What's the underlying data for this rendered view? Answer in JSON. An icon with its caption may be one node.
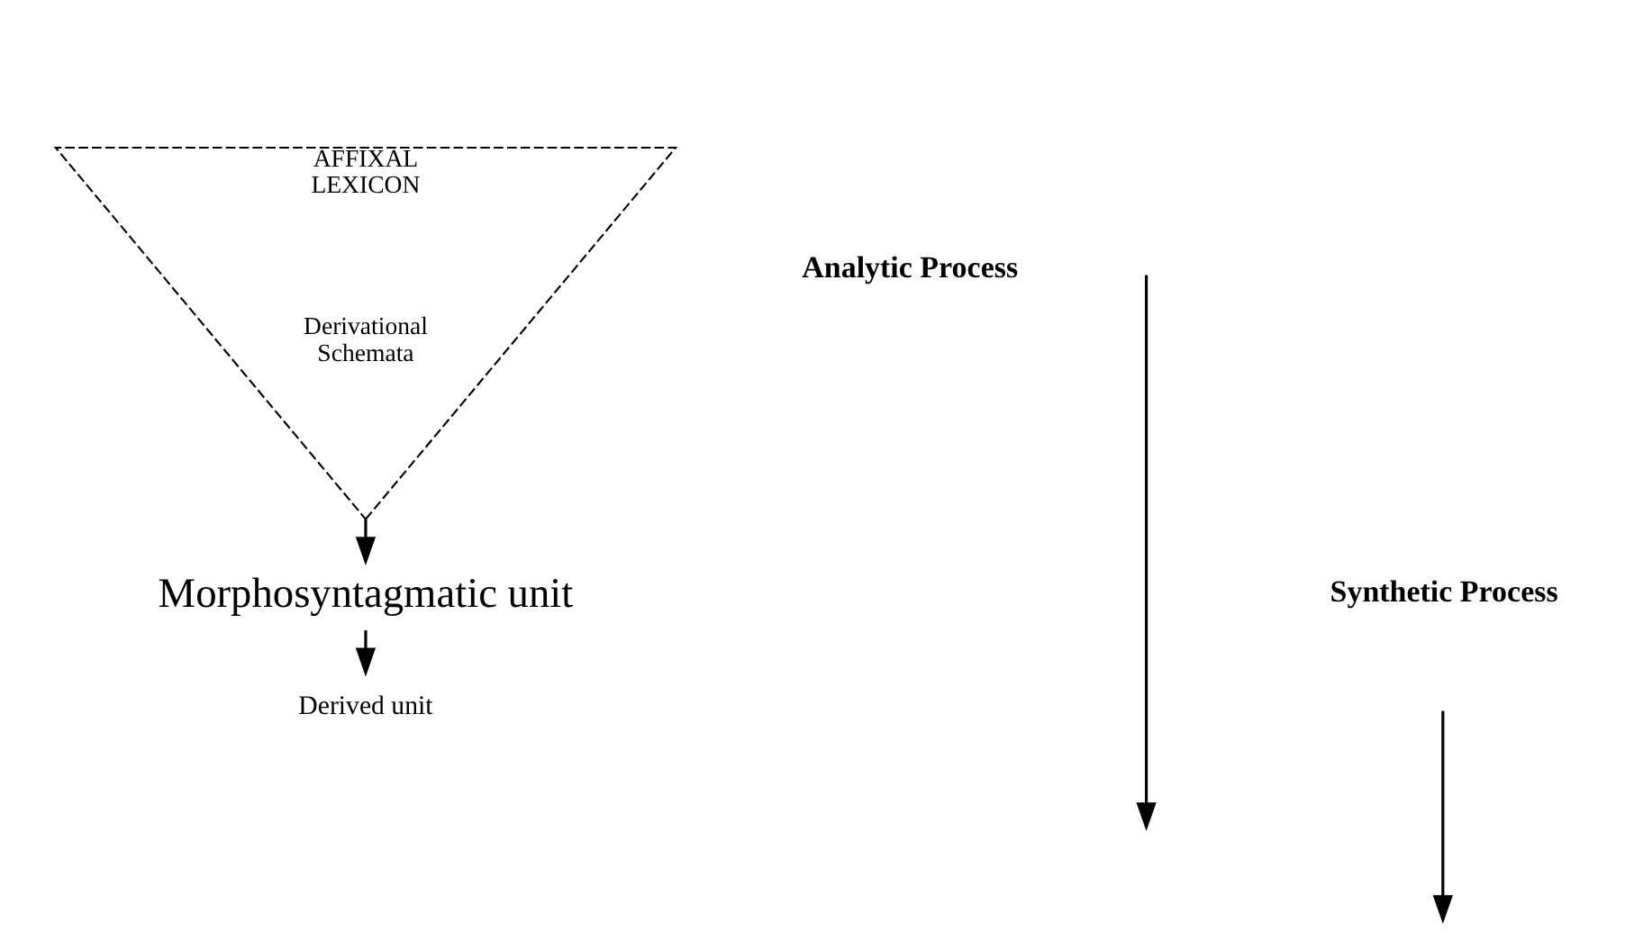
{
  "diagram": {
    "nodes": [
      {
        "text": [
          "AFFIXAL LEXICON",
          "Derivational Schemata"
        ]
      },
      {
        "text": [
          "Morphosyntagmatic unit"
        ]
      },
      {
        "text": [
          "Derived unit"
        ]
      }
    ],
    "edges": [
      {
        "from": 0,
        "to": 1,
        "arrow": "to"
      },
      {
        "from": 1,
        "to": 2,
        "arrow": "to"
      }
    ],
    "labels": [
      "Analytic Process",
      "Synthetic Process"
    ]
  }
}
